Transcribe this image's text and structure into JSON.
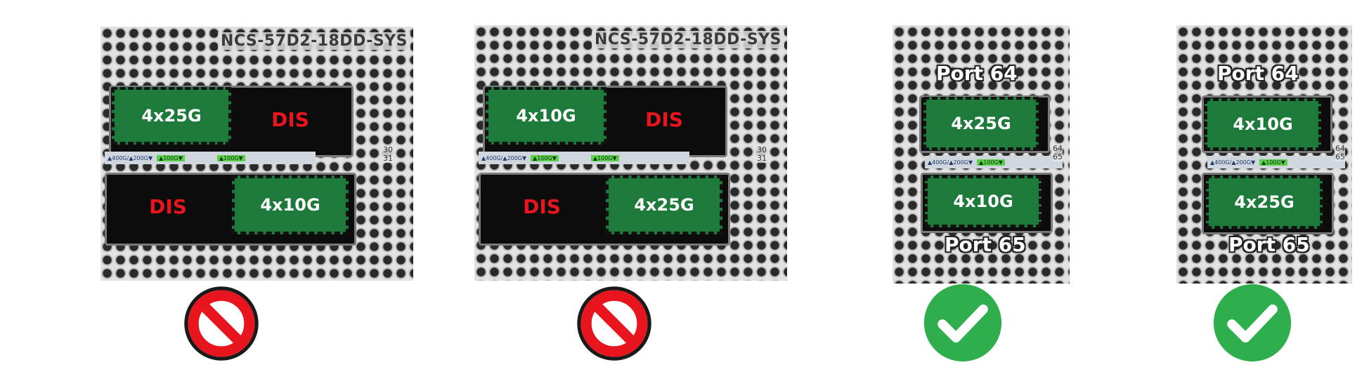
{
  "model_label": "NCS-57D2-18DD-SYS",
  "disabled_label": "DIS",
  "port_labels": {
    "top": "Port 64",
    "bottom": "Port 65"
  },
  "strip_text": {
    "a": "▲400G/▲200G▼",
    "b": "▲100G▼"
  },
  "port_numbers": {
    "a": "30",
    "b": "31",
    "c": "64",
    "d": "65"
  },
  "examples": [
    {
      "top_module": "4x25G",
      "bottom_module": "4x10G",
      "status": "prohibited",
      "status_icon": "prohibited-icon",
      "color": "#e8141e"
    },
    {
      "top_module": "4x10G",
      "bottom_module": "4x25G",
      "status": "prohibited",
      "status_icon": "prohibited-icon",
      "color": "#e8141e"
    },
    {
      "top_module": "4x25G",
      "bottom_module": "4x10G",
      "status": "allowed",
      "status_icon": "checkmark-icon",
      "color": "#2fae4e"
    },
    {
      "top_module": "4x10G",
      "bottom_module": "4x25G",
      "status": "allowed",
      "status_icon": "checkmark-icon",
      "color": "#2fae4e"
    }
  ]
}
